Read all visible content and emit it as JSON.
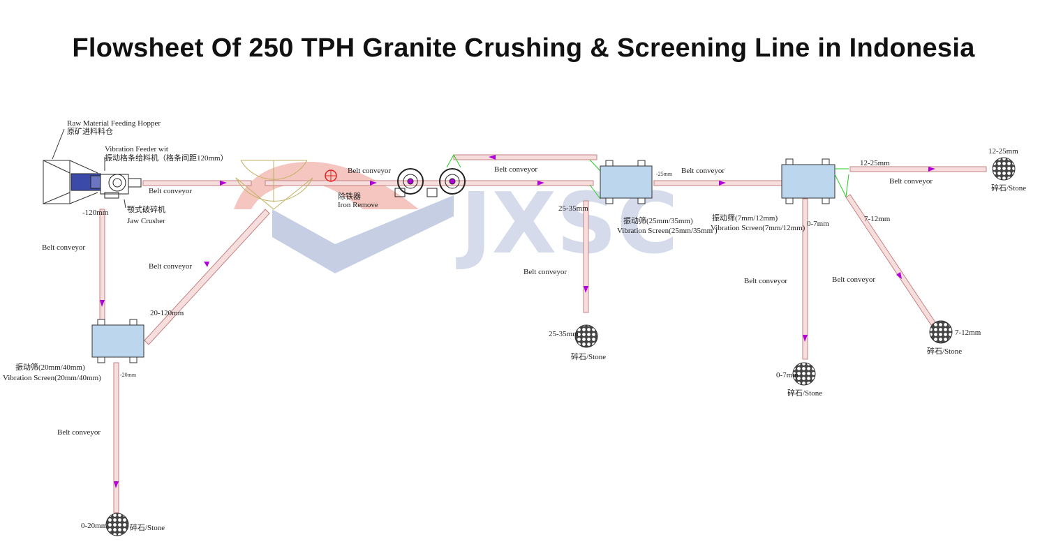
{
  "title": "Flowsheet Of 250 TPH Granite Crushing & Screening Line in Indonesia",
  "watermark": "JXSC",
  "colors": {
    "belt": "#e8a6a6",
    "belt_arrow": "#b100d8",
    "screen_fill": "#bcd6ee",
    "connector": "#22cc22",
    "iron": "#e02020",
    "watermark_red": "#f2b8b0",
    "watermark_blue": "#b8c3de"
  },
  "labels": {
    "hopper_en": "Raw Material Feeding Hopper",
    "hopper_cn": "原矿进料料仓",
    "feeder_en": "Vibration Feeder wit",
    "feeder_cn": "振动格条给料机（格条间距120mm）",
    "jaw_cn": "颚式破碎机",
    "jaw_en": "Jaw Crusher",
    "belt": "Belt conveyor",
    "belt2": "Belt conveyor",
    "belt3": "Belt conveyor",
    "belt4": "Belt conveyor",
    "belt5": "Belt conveyor",
    "belt6": "Belt conveyor",
    "belt7": "Belt conveyor",
    "belt8": "Belt conveyor",
    "belt9": "Belt conveyor",
    "belt10": "Belt conveyor",
    "belt11": "Belt conveyor",
    "iron_cn": "除铁器",
    "iron_en": "Iron Remove",
    "m120": "-120mm",
    "r20_120": "20-120mm",
    "s1_cn": "振动筛(20mm/40mm)",
    "s1_en": "Vibration Screen(20mm/40mm)",
    "m20": "-20mm",
    "p0_20": "0-20mm",
    "stone_cn_1": "碎石/Stone",
    "m25": "-25mm",
    "r25_35": "25-35mm",
    "s2_cn": "振动筛(25mm/35mm)",
    "s2_en": "Vibration Screen(25mm/35mm )",
    "p25_35": "25-35mm",
    "stone_cn_2": "碎石/Stone",
    "r12_25": "12-25mm",
    "p12_25": "12-25mm",
    "stone_cn_3": "碎石/Stone",
    "s3_cn": "振动筛(7mm/12mm)",
    "s3_en": "Vibration Screen(7mm/12mm)",
    "r0_7": "0-7mm",
    "r7_12": "7-12mm",
    "p7_12": "7-12mm",
    "stone_cn_4": "碎石/Stone",
    "p0_7": "0-7mm",
    "stone_cn_5": "碎石/Stone"
  }
}
